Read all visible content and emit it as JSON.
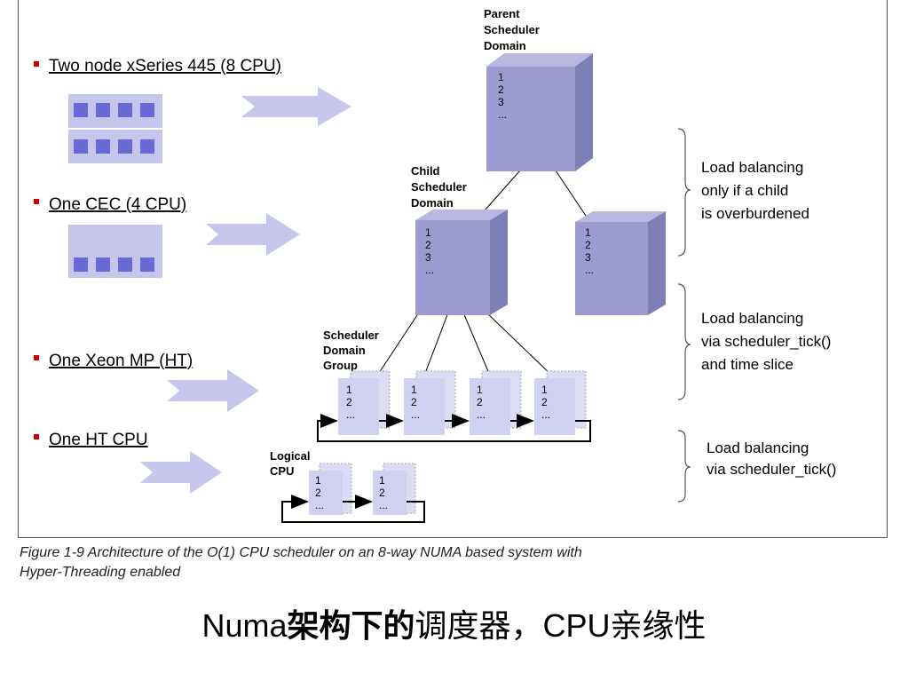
{
  "left_items": [
    {
      "label": "Two node xSeries 445 (8 CPU)"
    },
    {
      "label": "One CEC (4 CPU)"
    },
    {
      "label": "One Xeon MP (HT)"
    },
    {
      "label": "One HT CPU"
    }
  ],
  "nodes": {
    "parent": {
      "lines": [
        "Parent",
        "Scheduler",
        "Domain"
      ],
      "nums": [
        "1",
        "2",
        "3",
        "..."
      ]
    },
    "child": {
      "lines": [
        "Child",
        "Scheduler",
        "Domain"
      ],
      "nums": [
        "1",
        "2",
        "3",
        "..."
      ]
    },
    "child2": {
      "nums": [
        "1",
        "2",
        "3",
        "..."
      ]
    },
    "group": {
      "lines": [
        "Scheduler",
        "Domain",
        "Group"
      ],
      "nums": [
        "1",
        "2",
        "..."
      ]
    },
    "logical": {
      "lines": [
        "Logical",
        "CPU"
      ],
      "nums": [
        "1",
        "2",
        "..."
      ]
    }
  },
  "notes": [
    {
      "lines": [
        "Load balancing",
        "only if a child",
        "is overburdened"
      ]
    },
    {
      "lines": [
        "Load balancing",
        "via scheduler_tick()",
        "and time slice"
      ]
    },
    {
      "lines": [
        "Load balancing",
        "via scheduler_tick()"
      ]
    }
  ],
  "caption": {
    "line1": "Figure 1-9   Architecture of the O(1) CPU scheduler on an 8-way NUMA based system with",
    "line2": "Hyper-Threading enabled"
  },
  "slide_title": {
    "part1": "Numa",
    "part2": "架构下的",
    "part3": "调度器，CPU亲缘性"
  },
  "colors": {
    "box_front": "#9b9bcf",
    "box_top": "#b9b9e0",
    "box_side": "#7f7fb8",
    "cpu_panel": "#c6c6ec",
    "cpu_square": "#6a6ad6",
    "arrow": "#c7c7ee",
    "bullet": "#cc0000"
  }
}
